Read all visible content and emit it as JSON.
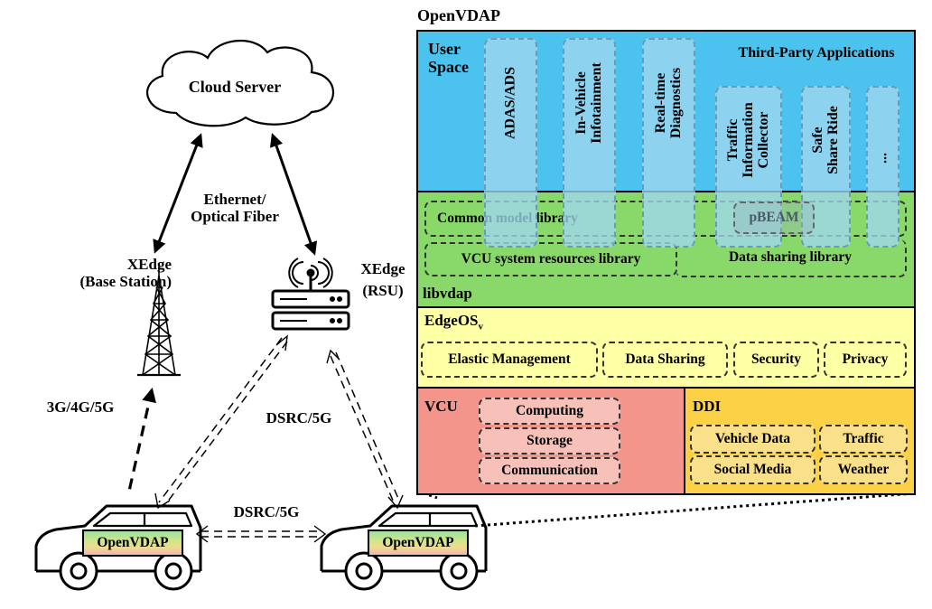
{
  "left": {
    "cloud_label": "Cloud Server",
    "link_label": "Ethernet/\nOptical Fiber",
    "base_station_label": "XEdge\n(Base Station)",
    "rsu_label_1": "XEdge",
    "rsu_label_2": "(RSU)",
    "cell_link_label": "3G/4G/5G",
    "rsu_link_label": "DSRC/5G",
    "v2v_link_label": "DSRC/5G",
    "car1_badge": "OpenVDAP",
    "car2_badge": "OpenVDAP"
  },
  "stack": {
    "title": "OpenVDAP",
    "user_space": {
      "label": "User\nSpace",
      "color": "#4cc3ee",
      "apps": [
        "ADAS/ADS",
        "In-Vehicle\nInfotainment",
        "Real-time\nDiagnostics"
      ],
      "third_party_title": "Third-Party Applications",
      "third_party_apps": [
        "Traffic\nInformation\nCollector",
        "Safe\nShare Ride",
        "..."
      ]
    },
    "libvdap": {
      "label": "libvdap",
      "color": "#88d96a",
      "common_model": "Common model library",
      "pbeam": "pBEAM",
      "vcu_resources": "VCU system resources library",
      "data_sharing": "Data sharing library"
    },
    "edgeos": {
      "label": "EdgeOS",
      "subscript": "v",
      "color": "#ffffa6",
      "modules": [
        "Elastic Management",
        "Data Sharing",
        "Security",
        "Privacy"
      ]
    },
    "vcu": {
      "label": "VCU",
      "color": "#f4958c",
      "modules": [
        "Computing",
        "Storage",
        "Communication"
      ]
    },
    "ddi": {
      "label": "DDI",
      "color": "#fdd146",
      "modules": [
        "Vehicle Data",
        "Traffic",
        "Social Media",
        "Weather"
      ]
    }
  }
}
